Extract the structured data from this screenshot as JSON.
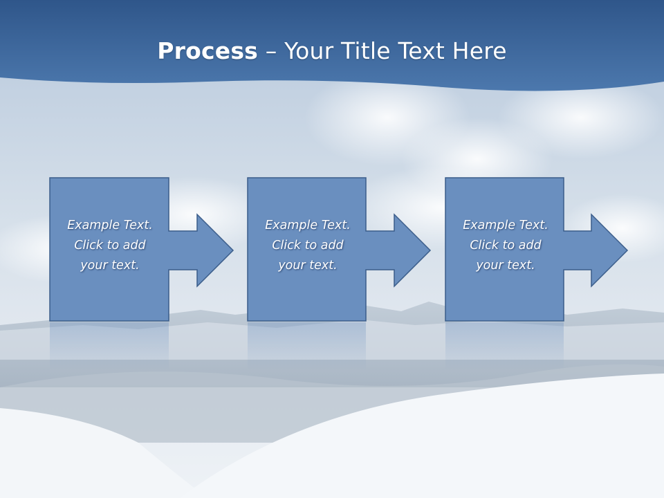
{
  "title": {
    "bold": "Process",
    "rest": " – Your Title Text Here"
  },
  "steps": [
    {
      "text": "Example Text.\nClick  to add\nyour text."
    },
    {
      "text": "Example Text.\nClick  to add\nyour text."
    },
    {
      "text": "Example Text.\nClick  to add\nyour text."
    }
  ],
  "colors": {
    "header": "#3f6a9e",
    "shape_fill": "#6a8fbf",
    "shape_stroke": "#3b5d8a",
    "text": "#ffffff"
  }
}
